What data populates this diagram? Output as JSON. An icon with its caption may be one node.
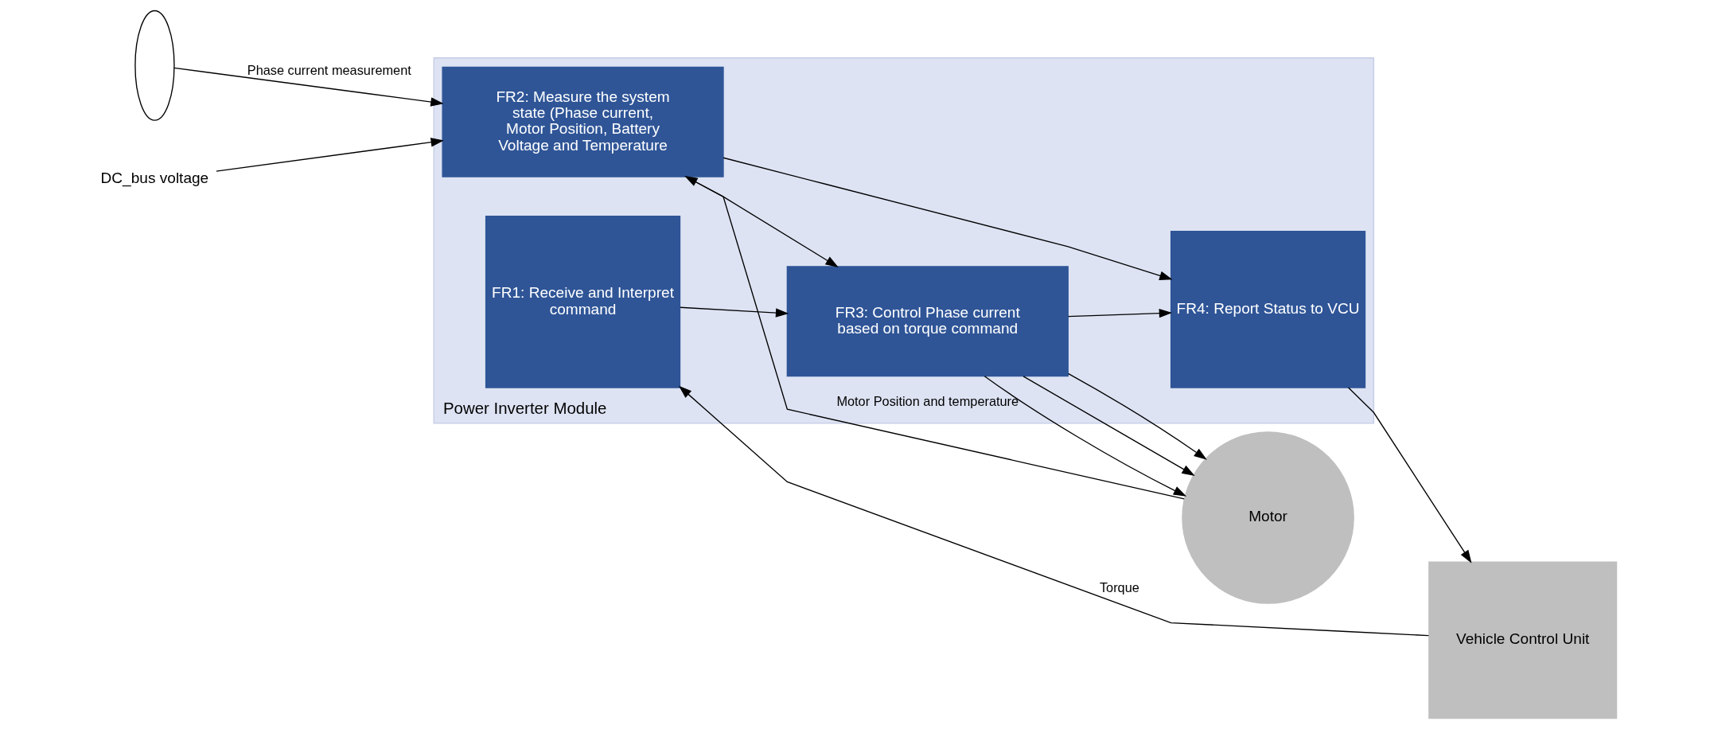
{
  "diagram": {
    "nodes": [
      {
        "text": [
          "Power Inverter Module"
        ]
      },
      {
        "text": [
          "FR1: Receive and Interpret command"
        ],
        "in": 0
      },
      {
        "text": [
          "FR3: Control Phase current based on torque command"
        ],
        "in": 0
      },
      {
        "text": [
          "FR4: Report Status to VCU"
        ],
        "in": 0
      },
      {
        "text": [
          "FR2: Measure the system state (Phase current, Motor Position, Battery Voltage and Temperature"
        ],
        "in": 0
      },
      {
        "text": [
          "Vehicle Control Unit"
        ]
      },
      {
        "text": [
          "Motor"
        ]
      },
      {
        "text": [],
        "shape": "ellipse"
      },
      {
        "text": [
          "DC_bus voltage"
        ]
      }
    ],
    "edges": [
      {
        "from": 5,
        "to": 1,
        "arrow": "to",
        "label": "Torque"
      },
      {
        "from": 1,
        "to": 2,
        "arrow": "to"
      },
      {
        "from": 2,
        "to": 3,
        "arrow": "to"
      },
      {
        "from": 4,
        "to": 2,
        "arrow": "to"
      },
      {
        "from": 4,
        "to": 3,
        "arrow": "to"
      },
      {
        "from": 3,
        "to": 5,
        "arrow": "to"
      },
      {
        "from": 2,
        "to": 6,
        "arrow": "to"
      },
      {
        "from": 2,
        "to": 6,
        "arrow": "to"
      },
      {
        "from": 2,
        "to": 6,
        "arrow": "to"
      },
      {
        "from": 7,
        "to": 4,
        "arrow": "to",
        "label": "Phase current measurement"
      },
      {
        "from": 6,
        "to": 4,
        "arrow": "to",
        "label": "Motor Position and temperature"
      },
      {
        "from": 8,
        "to": 4,
        "arrow": "to"
      }
    ]
  }
}
